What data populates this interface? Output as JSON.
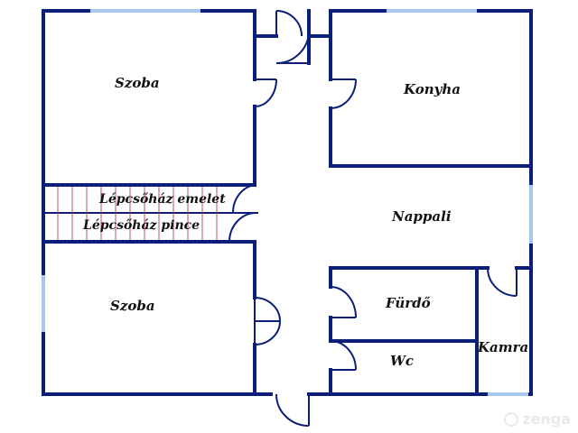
{
  "rooms": {
    "szoba_top": "Szoba",
    "konyha": "Konyha",
    "stair_up": "Lépcsőház emelet",
    "stair_down": "Lépcsőház pince",
    "nappali": "Nappali",
    "szoba_bottom": "Szoba",
    "furdo": "Fürdő",
    "wc": "Wc",
    "kamra": "Kamra"
  },
  "colors": {
    "wall": "#0b1f7a",
    "window": "#a9c6ec",
    "stair_lines": "#c2505a"
  },
  "watermark": {
    "text": "zenga"
  }
}
